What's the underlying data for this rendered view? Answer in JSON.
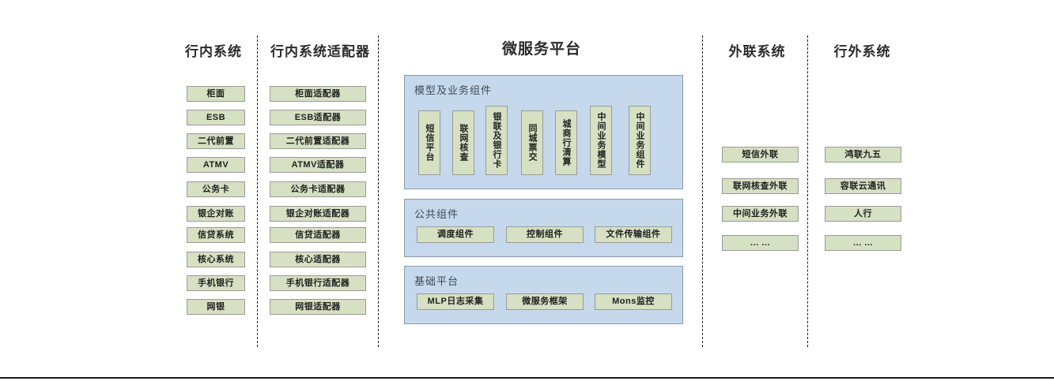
{
  "diagram": {
    "columns": [
      {
        "id": "internal-systems",
        "header": "行内系统",
        "items": [
          "柜面",
          "ESB",
          "二代前置",
          "ATMV",
          "公务卡",
          "银企对账",
          "信贷系统",
          "核心系统",
          "手机银行",
          "网银"
        ]
      },
      {
        "id": "internal-adapters",
        "header": "行内系统适配器",
        "items": [
          "柜面适配器",
          "ESB适配器",
          "二代前置适配器",
          "ATMV适配器",
          "公务卡适配器",
          "银企对账适配器",
          "信贷适配器",
          "核心适配器",
          "手机银行适配器",
          "网银适配器"
        ]
      },
      {
        "id": "microservice-platform",
        "header": "微服务平台",
        "panels": [
          {
            "id": "model-business-components",
            "title": "模型及业务组件",
            "items": [
              "短信平台",
              "联网核查",
              "银联及银行卡",
              "同城票交",
              "城商行清算",
              "中间业务模型",
              "中间业务组件"
            ]
          },
          {
            "id": "public-components",
            "title": "公共组件",
            "items": [
              "调度组件",
              "控制组件",
              "文件传输组件"
            ]
          },
          {
            "id": "base-platform",
            "title": "基础平台",
            "items": [
              "MLP日志采集",
              "微服务框架",
              "Mons监控"
            ]
          }
        ]
      },
      {
        "id": "external-link-systems",
        "header": "外联系统",
        "items": [
          "短信外联",
          "联网核查外联",
          "中间业务外联",
          "... ..."
        ]
      },
      {
        "id": "outside-bank-systems",
        "header": "行外系统",
        "items": [
          "鸿联九五",
          "容联云通讯",
          "人行",
          "... ..."
        ]
      }
    ],
    "colors": {
      "node_fill": "#d6e0c2",
      "node_border": "#9a9a9a",
      "panel_fill": "#c6d9ec",
      "panel_border": "#8a9bab",
      "divider": "#1a1a1a",
      "text": "#1f1f1f",
      "panel_title_text": "#3f4a55"
    }
  }
}
